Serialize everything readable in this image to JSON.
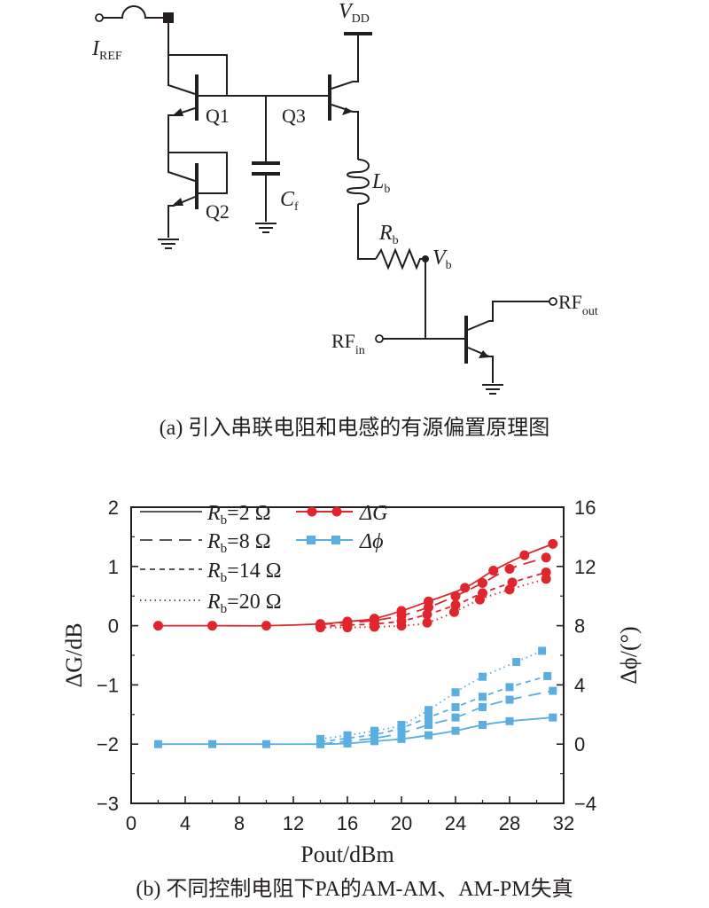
{
  "figure_a": {
    "caption": "(a) 引入串联电阻和电感的有源偏置原理图",
    "labels": {
      "iref": "I",
      "iref_sub": "REF",
      "vdd": "V",
      "vdd_sub": "DD",
      "q1": "Q1",
      "q2": "Q2",
      "q3": "Q3",
      "cf": "C",
      "cf_sub": "f",
      "lb": "L",
      "lb_sub": "b",
      "rb": "R",
      "rb_sub": "b",
      "vb": "V",
      "vb_sub": "b",
      "rfin": "RF",
      "rfin_sub": "in",
      "rfout": "RF",
      "rfout_sub": "out"
    }
  },
  "figure_b": {
    "caption": "(b) 不同控制电阻下PA的AM-AM、AM-PM失真",
    "legend": {
      "styles": [
        {
          "label": "R",
          "sub": "b",
          "value": "=2 Ω",
          "dash": "solid"
        },
        {
          "label": "R",
          "sub": "b",
          "value": "=8 Ω",
          "dash": "long-dash"
        },
        {
          "label": "R",
          "sub": "b",
          "value": "=14 Ω",
          "dash": "short-dash"
        },
        {
          "label": "R",
          "sub": "b",
          "value": "=20 Ω",
          "dash": "dotted"
        }
      ],
      "quantities": [
        {
          "symbol": "ΔG",
          "marker": "circle",
          "color": "#e0262d"
        },
        {
          "symbol": "Δϕ",
          "marker": "square",
          "color": "#5aaee0"
        }
      ]
    }
  },
  "chart_data": {
    "type": "line",
    "xlabel": "Pout/dBm",
    "ylabel": "ΔG/dB",
    "ylabel_right": "Δϕ/(°)",
    "xlim": [
      0,
      32
    ],
    "ylim": [
      -3,
      2
    ],
    "ylim_right": [
      -4,
      16
    ],
    "xticks": [
      "0",
      "4",
      "8",
      "12",
      "16",
      "20",
      "24",
      "28",
      "32"
    ],
    "yticks": [
      "−3",
      "−2",
      "−1",
      "0",
      "1",
      "2"
    ],
    "yticks_right": [
      "−4",
      "0",
      "4",
      "8",
      "12",
      "16"
    ],
    "legend_position": "top-left",
    "colors": {
      "gain": "#e0262d",
      "phase": "#5aaee0"
    },
    "gain_series": [
      {
        "name": "Rb=2 Ω",
        "dash": "solid",
        "x": [
          2,
          6,
          10,
          14,
          16,
          18,
          20,
          22,
          24.7,
          26.8,
          29.1,
          31.2
        ],
        "y": [
          0.0,
          0.0,
          0.0,
          0.03,
          0.07,
          0.12,
          0.25,
          0.41,
          0.64,
          0.93,
          1.19,
          1.38
        ]
      },
      {
        "name": "Rb=8 Ω",
        "dash": "long-dash",
        "x": [
          14,
          16,
          18,
          20,
          22,
          24,
          26,
          28,
          30.7
        ],
        "y": [
          0.02,
          0.05,
          0.09,
          0.17,
          0.31,
          0.5,
          0.72,
          0.96,
          1.15
        ]
      },
      {
        "name": "Rb=14 Ω",
        "dash": "short-dash",
        "x": [
          14,
          16,
          18,
          20,
          21.9,
          24,
          26,
          28.2,
          30.7
        ],
        "y": [
          -0.01,
          0.01,
          0.03,
          0.08,
          0.19,
          0.35,
          0.55,
          0.73,
          0.9
        ]
      },
      {
        "name": "Rb=20 Ω",
        "dash": "dotted",
        "x": [
          14,
          16,
          18,
          20,
          21.9,
          23.9,
          25.8,
          28,
          30.7
        ],
        "y": [
          -0.03,
          -0.03,
          -0.02,
          0.0,
          0.05,
          0.23,
          0.44,
          0.61,
          0.79
        ]
      }
    ],
    "phase_series": [
      {
        "name": "Rb=2 Ω",
        "dash": "solid",
        "x": [
          2,
          6,
          10,
          14,
          16,
          18,
          20,
          22,
          24,
          26,
          28,
          31.2
        ],
        "y": [
          0.0,
          0.0,
          0.0,
          0.0,
          0.05,
          0.2,
          0.35,
          0.6,
          0.9,
          1.3,
          1.55,
          1.8
        ]
      },
      {
        "name": "Rb=8 Ω",
        "dash": "long-dash",
        "x": [
          14,
          16,
          18,
          20,
          22,
          24,
          26,
          28,
          31.2
        ],
        "y": [
          0.0,
          0.2,
          0.4,
          0.75,
          1.3,
          1.8,
          2.5,
          3.0,
          3.6
        ]
      },
      {
        "name": "Rb=14 Ω",
        "dash": "short-dash",
        "x": [
          14,
          16,
          18,
          20,
          22,
          24,
          26,
          28,
          30.8
        ],
        "y": [
          0.15,
          0.4,
          0.65,
          1.1,
          1.8,
          2.5,
          3.2,
          3.85,
          4.6
        ]
      },
      {
        "name": "Rb=20 Ω",
        "dash": "dotted",
        "x": [
          14,
          16,
          18,
          20,
          22,
          24,
          26,
          28.5,
          30.4
        ],
        "y": [
          0.35,
          0.6,
          0.9,
          1.3,
          2.3,
          3.5,
          4.55,
          5.55,
          6.3
        ]
      }
    ]
  }
}
